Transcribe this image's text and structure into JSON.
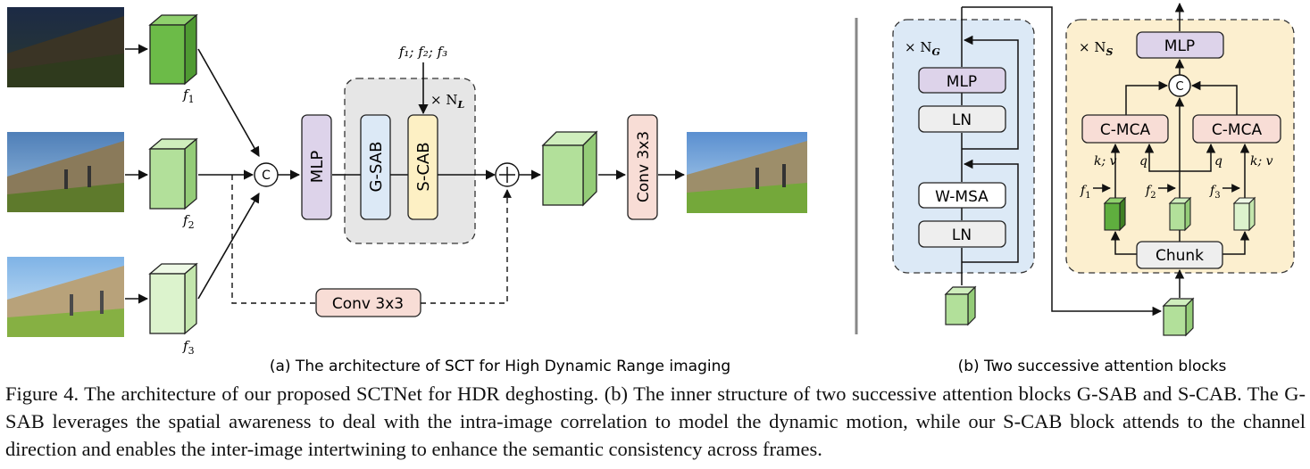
{
  "part_a": {
    "features": [
      "f1",
      "f2",
      "f3"
    ],
    "concat": "C",
    "mlp": "MLP",
    "gsab": "G-SAB",
    "scab": "S-CAB",
    "inject": "f1; f2; f3",
    "repeat": "× N",
    "repeat_sub": "L",
    "conv_skip": "Conv 3x3",
    "conv_out": "Conv 3x3",
    "label": "(a) The architecture of SCT for High Dynamic Range imaging"
  },
  "part_b": {
    "gsab": {
      "repeat": "× N",
      "repeat_sub": "G",
      "mlp": "MLP",
      "ln1": "LN",
      "wmsa": "W-MSA",
      "ln2": "LN"
    },
    "scab": {
      "repeat": "× N",
      "repeat_sub": "S",
      "mlp": "MLP",
      "concat": "C",
      "cmca_left": "C-MCA",
      "cmca_right": "C-MCA",
      "kv_left": "k; v",
      "q_left": "q",
      "q_right": "q",
      "kv_right": "k; v",
      "f1": "f1",
      "f2": "f2",
      "f3": "f3",
      "chunk": "Chunk"
    },
    "label": "(b) Two successive attention blocks"
  },
  "caption": "Figure 4. The architecture of our proposed SCTNet for HDR deghosting. (b) The inner structure of two successive attention blocks G-SAB and S-CAB. The G-SAB leverages the spatial awareness to deal with the intra-image correlation to model the dynamic motion, while our S-CAB block attends to the channel direction and enables the inter-image intertwining to enhance the semantic consistency across frames.",
  "colors": {
    "dark_green": "#5fae3e",
    "mid_green": "#b2e09a",
    "light_green": "#dcf3cd",
    "mlp_purple": "#ddd3ea",
    "gsab_blue": "#dce9f6",
    "scab_yellow": "#fdf0c4",
    "conv_pink": "#f8ddd6",
    "panel_blue": "#dce9f6",
    "panel_yellow": "#fcefcf",
    "repeat_grey": "#e6e6e6"
  }
}
